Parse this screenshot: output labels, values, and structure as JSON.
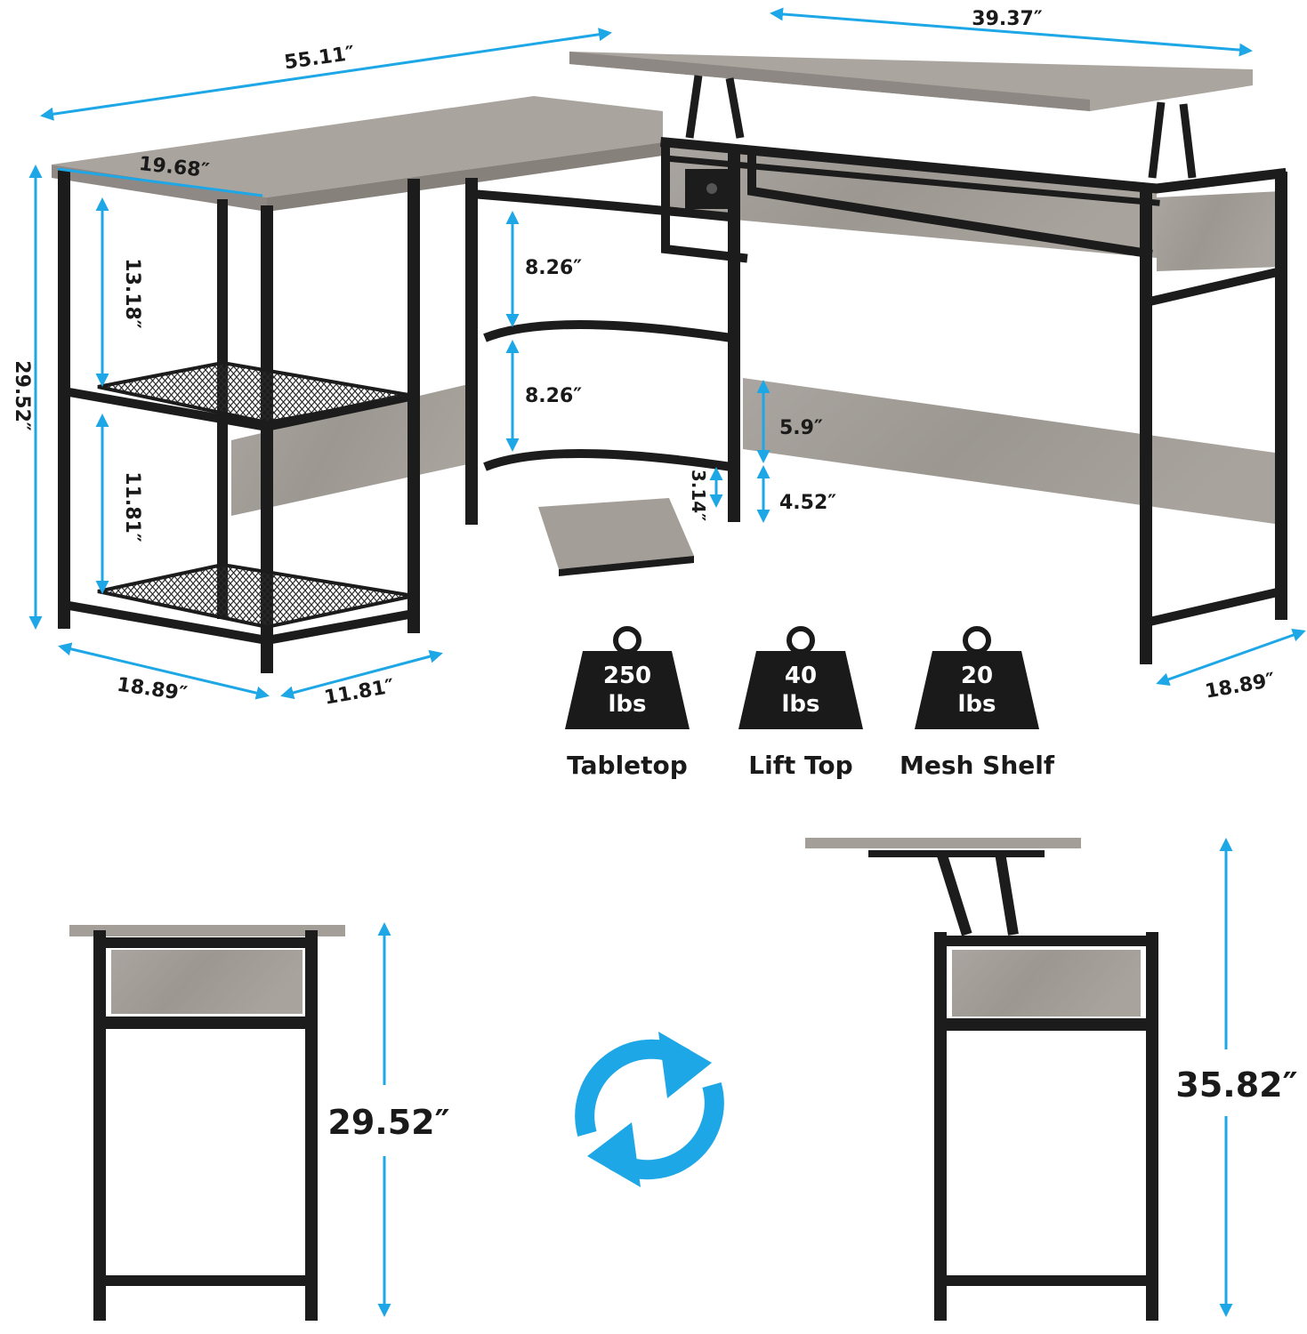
{
  "colors": {
    "accent": "#1ea7e6",
    "frame": "#1c1c1c",
    "wood": "#a39e98",
    "woodDark": "#8c8781"
  },
  "dimensions": {
    "total_length": "55.11″",
    "lift_top_length": "39.37″",
    "side_depth": "19.68″",
    "height": "29.52″",
    "upper_shelf_gap": "13.18″",
    "lower_shelf_gap": "11.81″",
    "bar_gap_upper": "8.26″",
    "bar_gap_lower": "8.26″",
    "panel_height": "5.9″",
    "ground_clearance": "4.52″",
    "footrest_height": "3.14″",
    "left_depth": "18.89″",
    "shelf_depth": "11.81″",
    "right_depth": "18.89″",
    "side_view_height": "29.52″",
    "lifted_height": "35.82″"
  },
  "capacities": [
    {
      "number": "250",
      "unit": "lbs",
      "label": "Tabletop"
    },
    {
      "number": "40",
      "unit": "lbs",
      "label": "Lift Top"
    },
    {
      "number": "20",
      "unit": "lbs",
      "label": "Mesh Shelf"
    }
  ],
  "icons": {
    "weights": "kettlebell-weight-icon",
    "transform": "rotate-arrows-icon"
  }
}
